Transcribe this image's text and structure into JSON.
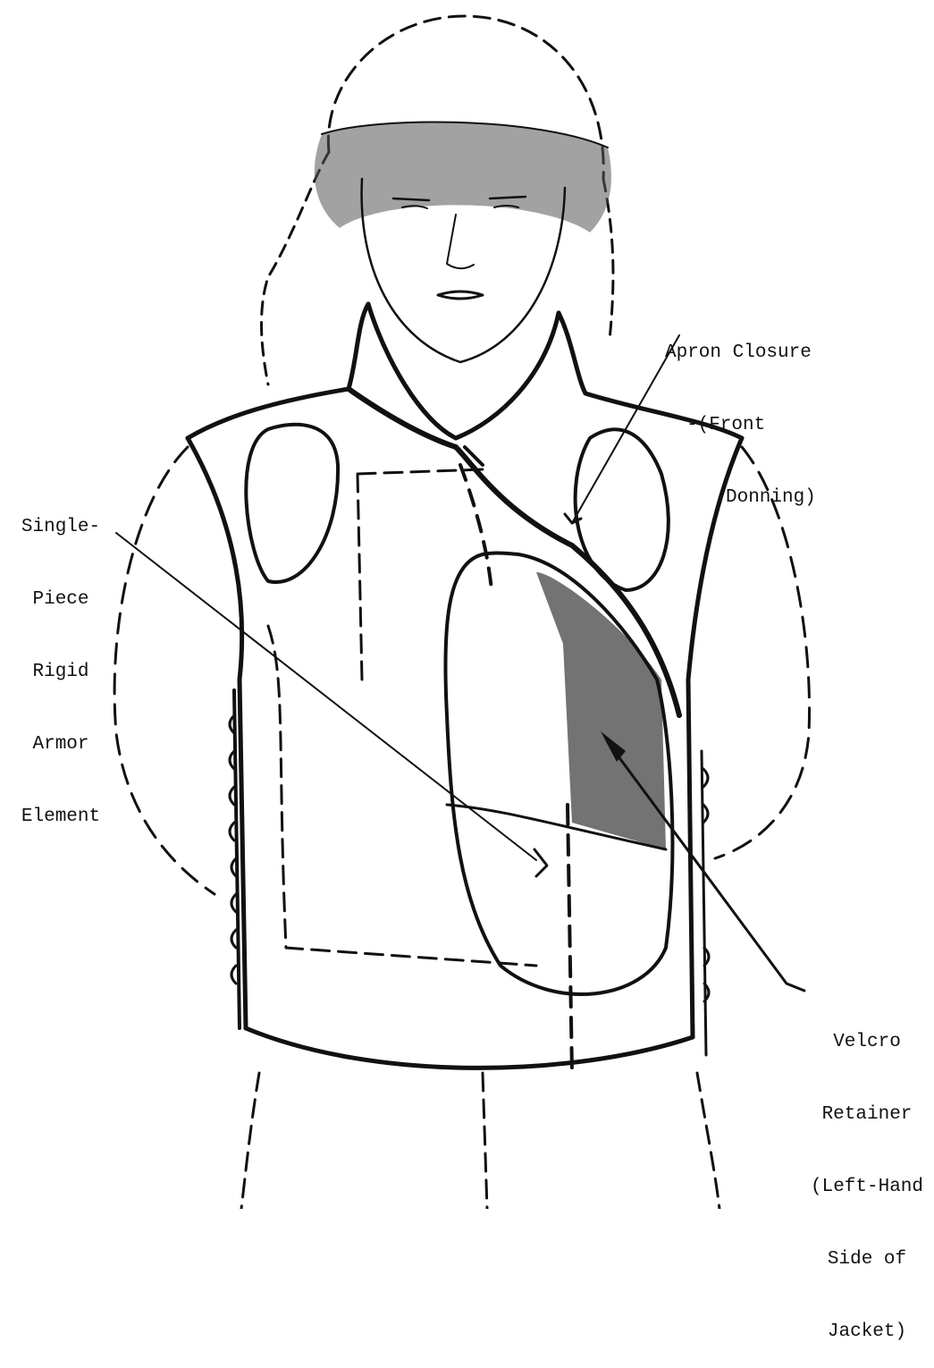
{
  "figure": {
    "labels": {
      "armor": [
        "Single-",
        "Piece",
        "Rigid",
        "Armor",
        "Element"
      ],
      "apron": [
        "Apron Closure",
        "-(Front",
        "Donning)"
      ],
      "velcro": [
        "Velcro",
        "Retainer",
        "(Left-Hand",
        "Side of",
        "Jacket)"
      ]
    },
    "ink_color": "#111111"
  }
}
